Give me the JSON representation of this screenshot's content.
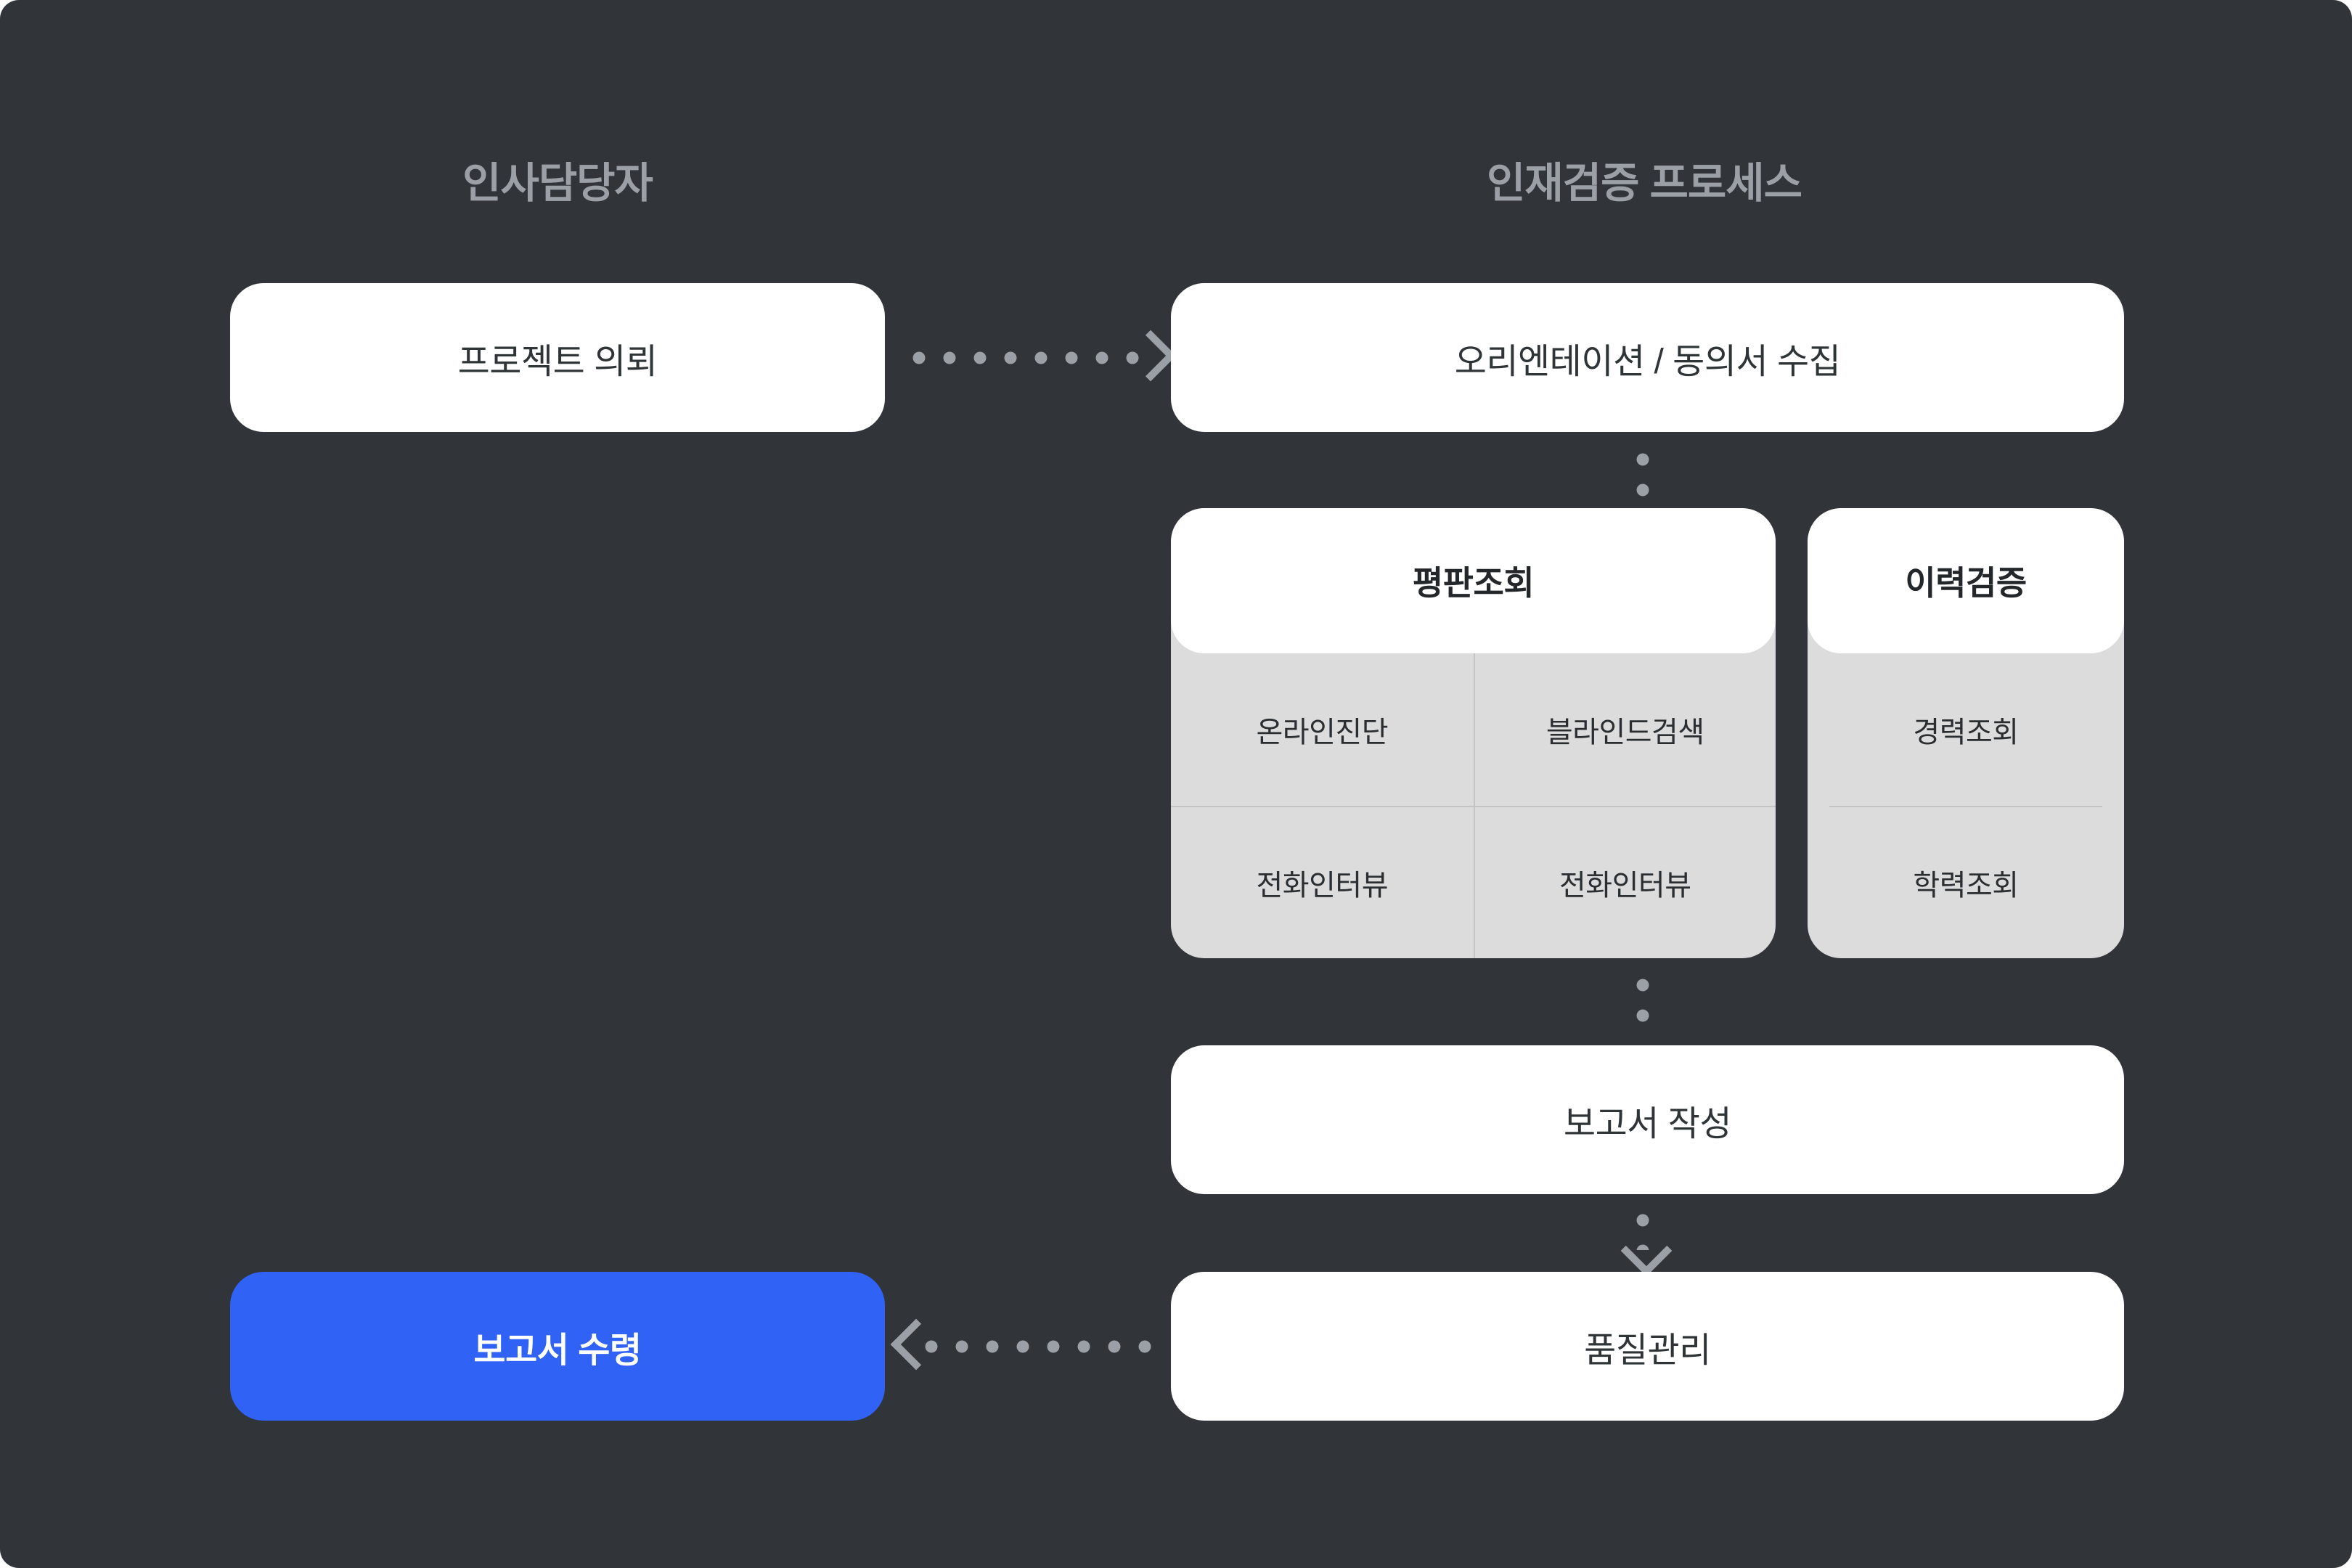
{
  "theme": {
    "background": "#31353a",
    "node_surface": "#ffffff",
    "group_surface": "#dcdcdc",
    "accent": "#2f62f5",
    "heading_text": "#9aa0a6",
    "node_text": "#2f3437",
    "connector": "#9aa0a6"
  },
  "columns": {
    "left_title": "인사담당자",
    "right_title": "인재검증 프로세스"
  },
  "nodes": {
    "request": "프로젝트 의뢰",
    "orientation": "오리엔테이션 / 동의서 수집",
    "report": "보고서 작성",
    "quality": "품질관리",
    "receive": "보고서 수령"
  },
  "groups": [
    {
      "id": "reputation",
      "title": "평판조회",
      "items": [
        "온라인진단",
        "블라인드검색",
        "전화인터뷰",
        "전화인터뷰"
      ]
    },
    {
      "id": "history",
      "title": "이력검증",
      "items": [
        "경력조회",
        "학력조회"
      ]
    }
  ],
  "connectors": [
    {
      "id": "request-to-orientation",
      "style": "dotted",
      "direction": "right"
    },
    {
      "id": "orientation-to-group",
      "style": "dotted",
      "direction": "down"
    },
    {
      "id": "group-to-report",
      "style": "dotted",
      "direction": "down"
    },
    {
      "id": "report-to-quality",
      "style": "dotted",
      "direction": "down"
    },
    {
      "id": "quality-to-receive",
      "style": "dotted",
      "direction": "left"
    }
  ]
}
